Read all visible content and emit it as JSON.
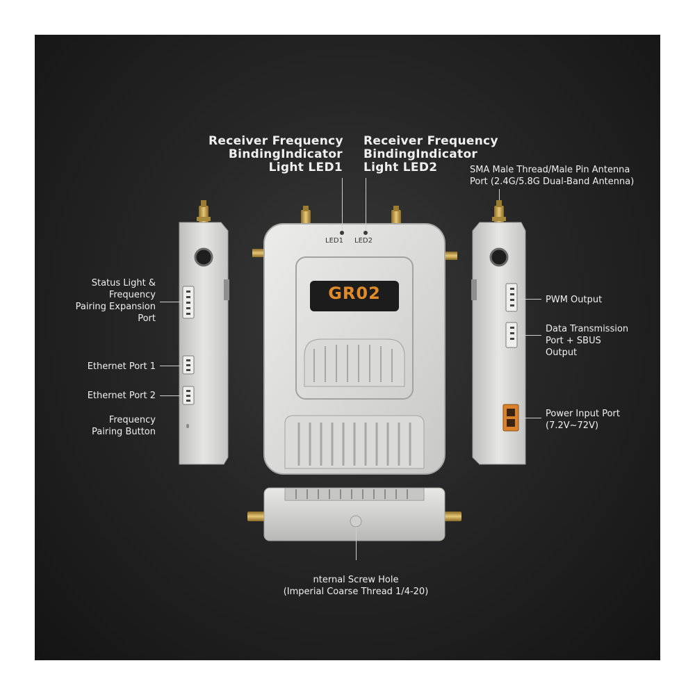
{
  "labels": {
    "led1_line1": "Receiver Frequency",
    "led1_line2": "BindingIndicator",
    "led1_line3": "Light LED1",
    "led2_line1": "Receiver Frequency",
    "led2_line2": "BindingIndicator",
    "led2_line3": "Light LED2",
    "sma_line1": "SMA Male Thread/Male Pin Antenna",
    "sma_line2": "Port (2.4G/5.8G Dual-Band Antenna)",
    "status_line1": "Status Light &",
    "status_line2": "Frequency",
    "status_line3": "Pairing Expansion",
    "status_line4": "Port",
    "eth1": "Ethernet Port 1",
    "eth2": "Ethernet Port 2",
    "pair_line1": "Frequency",
    "pair_line2": "Pairing Button",
    "pwm": "PWM Output",
    "data_line1": "Data Transmission",
    "data_line2": "Port + SBUS",
    "data_line3": "Output",
    "power_line1": "Power Input Port",
    "power_line2": "(7.2V~72V)",
    "screw_line1": "nternal Screw Hole",
    "screw_line2": "(Imperial Coarse Thread 1/4-20)"
  },
  "device": {
    "logo": "GR02",
    "led1": "LED1",
    "led2": "LED2"
  },
  "colors": {
    "body": "#d6d6d4",
    "logo_orange": "#e08a2a",
    "antenna_gold": "#c9a44a"
  }
}
